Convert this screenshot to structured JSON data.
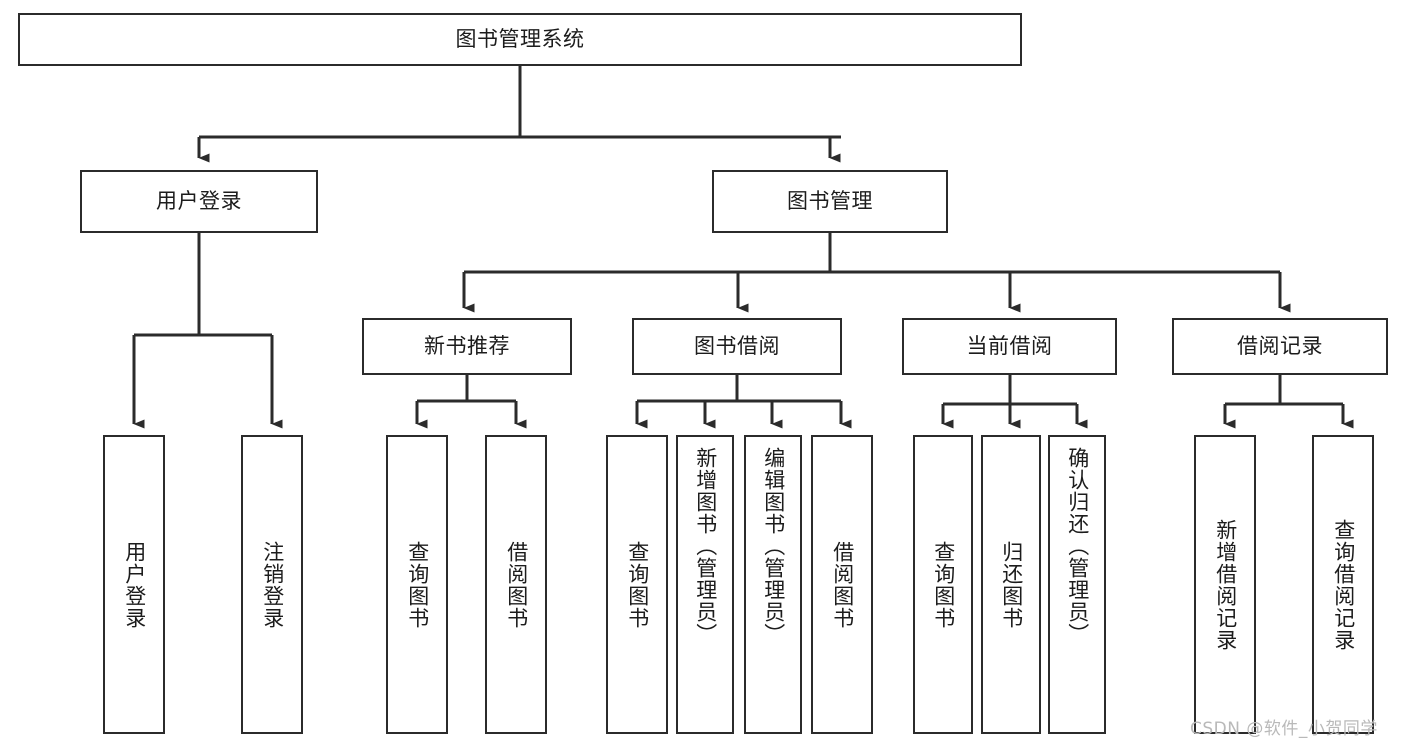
{
  "diagram": {
    "title": "图书管理系统",
    "type": "tree",
    "watermark": "CSDN @软件_小贺同学",
    "line_color": "#2b2b2b",
    "box_fill": "#ffffff",
    "text_color": "#1c1c1c",
    "root": {
      "label": "图书管理系统"
    },
    "level2": [
      {
        "label": "用户登录"
      },
      {
        "label": "图书管理"
      }
    ],
    "level3": [
      {
        "label": "新书推荐"
      },
      {
        "label": "图书借阅"
      },
      {
        "label": "当前借阅"
      },
      {
        "label": "借阅记录"
      }
    ],
    "leaves": {
      "user_login": [
        {
          "label": "用户登录"
        },
        {
          "label": "注销登录"
        }
      ],
      "new_book_recommend": [
        {
          "label": "查询图书"
        },
        {
          "label": "借阅图书"
        }
      ],
      "book_borrow": [
        {
          "label": "查询图书"
        },
        {
          "label": "新增图书（管理员）"
        },
        {
          "label": "编辑图书（管理员）"
        },
        {
          "label": "借阅图书"
        }
      ],
      "current_borrow": [
        {
          "label": "查询图书"
        },
        {
          "label": "归还图书"
        },
        {
          "label": "确认归还（管理员）"
        }
      ],
      "borrow_record": [
        {
          "label": "新增借阅记录"
        },
        {
          "label": "查询借阅记录"
        }
      ]
    }
  }
}
